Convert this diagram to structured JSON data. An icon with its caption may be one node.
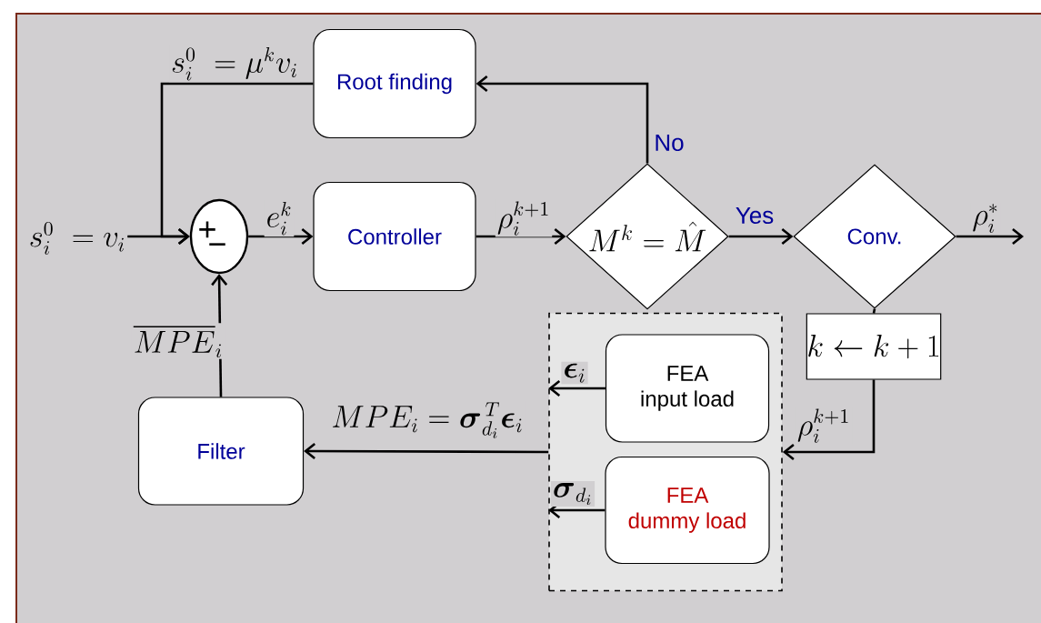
{
  "diagram": {
    "nodes": [
      {
        "text": [
          "Root finding"
        ]
      },
      {
        "text": [
          "+",
          "−"
        ]
      },
      {
        "text": [
          "Controller"
        ]
      },
      {
        "text": [
          "M^k = \\hat{M}"
        ]
      },
      {
        "text": [
          "Conv."
        ]
      },
      {
        "text": [
          "k \\leftarrow k+1"
        ]
      },
      {
        "text": [],
        "shape": "box"
      },
      {
        "text": [
          "FEA",
          "input load"
        ],
        "in": 6
      },
      {
        "text": [
          "FEA",
          "dummy load"
        ],
        "in": 6
      },
      {
        "text": [
          "Filter"
        ]
      }
    ],
    "edges": [
      {
        "from": null,
        "to": 1,
        "arrow": "to",
        "label": "s_i^0 \\; = v_i"
      },
      {
        "from": 0,
        "to": 1,
        "arrow": "to",
        "label": "s_i^0 \\; = \\mu^k v_i"
      },
      {
        "from": 1,
        "to": 2,
        "arrow": "to",
        "label": "e_i^k"
      },
      {
        "from": 2,
        "to": 3,
        "arrow": "to",
        "label": "\\rho_i^{k+1}"
      },
      {
        "from": 3,
        "to": 0,
        "arrow": "to",
        "label": "No"
      },
      {
        "from": 3,
        "to": 4,
        "arrow": "to",
        "label": "Yes"
      },
      {
        "from": 4,
        "to": null,
        "arrow": "to",
        "label": "\\rho_i^{*}"
      },
      {
        "from": 4,
        "to": 5,
        "arrow": "none"
      },
      {
        "from": 5,
        "to": 6,
        "arrow": "to",
        "label": "\\rho_i^{k+1}"
      },
      {
        "from": 7,
        "to": 6,
        "arrow": "to",
        "label": "\\boldsymbol{\\epsilon}_i"
      },
      {
        "from": 8,
        "to": 6,
        "arrow": "to",
        "label": "\\boldsymbol{\\sigma}_{d_i}"
      },
      {
        "from": 6,
        "to": 9,
        "arrow": "to",
        "label": "MPE_i = \\boldsymbol{\\sigma}_{d_i}^{\\,T} \\boldsymbol{\\epsilon}_i"
      },
      {
        "from": 9,
        "to": 1,
        "arrow": "to",
        "label": "\\overline{MPE}_i"
      }
    ]
  }
}
